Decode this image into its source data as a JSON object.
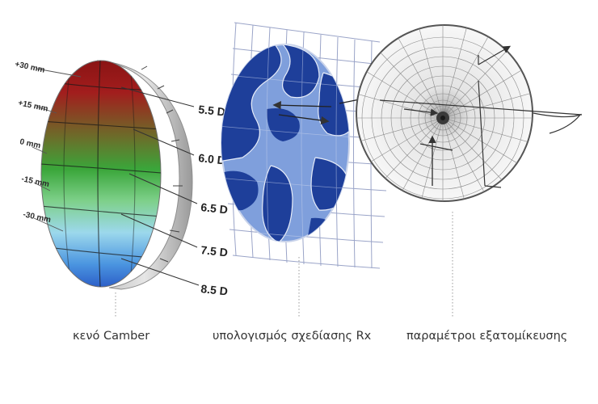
{
  "mm_labels": [
    "+30 mm",
    "+15 mm",
    "0 mm",
    "-15 mm",
    "-30 mm"
  ],
  "diopter_labels": [
    "5.5 D",
    "6.0 D",
    "6.5 D",
    "7.5 D",
    "8.5 D"
  ],
  "captions": [
    "κενό Camber",
    "υπολογισμός σχεδίασης Rx",
    "παραμέτροι εξατομίκευσης"
  ],
  "colors": {
    "lens_top": "#9b1b1b",
    "lens_mid": "#3aa63a",
    "lens_bottom": "#2c6fd8",
    "map_dark": "#1e3f9a",
    "map_light": "#7f9fdc",
    "grid_line": "#9aa4c8",
    "caption_text": "#333333"
  }
}
